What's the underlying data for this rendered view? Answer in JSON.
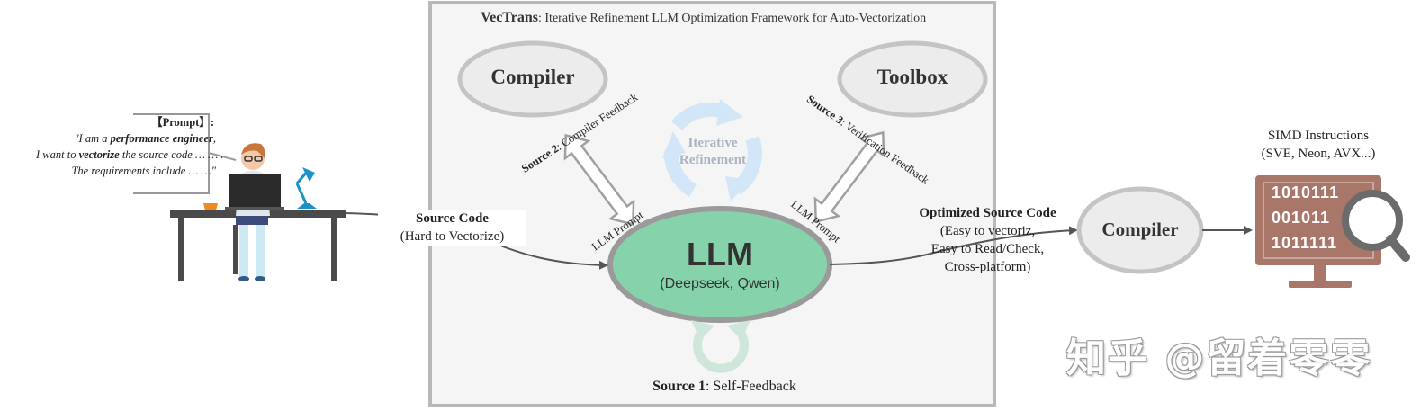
{
  "frame": {
    "title_bold": "VecTrans",
    "title_rest": ": Iterative Refinement LLM Optimization Framework for Auto-Vectorization"
  },
  "nodes": {
    "compiler_top": "Compiler",
    "toolbox": "Toolbox",
    "llm_title": "LLM",
    "llm_models": "(Deepseek, Qwen)",
    "compiler_right": "Compiler",
    "iterative_line1": "Iterative",
    "iterative_line2": "Refinement"
  },
  "edges": {
    "source2_bold": "Source 2",
    "source2_rest": ": Compiler Feedback",
    "source3_bold": "Source 3",
    "source3_rest": ": Verification Feedback",
    "llm_prompt_left": "LLM Prompt",
    "llm_prompt_right": "LLM Prompt",
    "source1_bold": "Source 1",
    "source1_rest": ": Self-Feedback"
  },
  "input": {
    "title": "Source Code",
    "subtitle": "(Hard to Vectorize)"
  },
  "output": {
    "title": "Optimized Source Code",
    "line1": "(Easy to vectoriz,",
    "line2": "Easy to Read/Check,",
    "line3": "Cross-platform)"
  },
  "prompt": {
    "head": "【Prompt】:",
    "l1_a": "\"I am a ",
    "l1_b": "performance engineer",
    "l1_c": ",",
    "l2_a": "I want to ",
    "l2_b": "vectorize",
    "l2_c": " the source code … … .",
    "l3": "The requirements include … …\""
  },
  "simd": {
    "line1": "SIMD Instructions",
    "line2": "(SVE, Neon, AVX...)",
    "bin1": "1010111",
    "bin2": "001011",
    "bin3": "1011111"
  },
  "watermark": "知乎 @留着零零",
  "colors": {
    "frame_border": "#b8b8b8",
    "frame_bg": "#f5f5f5",
    "llm_fill": "#86d3ab",
    "llm_border": "#9a9a9a",
    "node_fill": "#ececec",
    "node_border": "#c4c4c4",
    "refine_blue": "#d3e6f7",
    "self_green": "#cfe6da",
    "monitor": "#a9776a"
  },
  "icons": [
    "developer-at-desk-illustration",
    "monitor-with-magnifier-icon",
    "iterative-refinement-cycle-icon",
    "self-feedback-cycle-icon"
  ]
}
